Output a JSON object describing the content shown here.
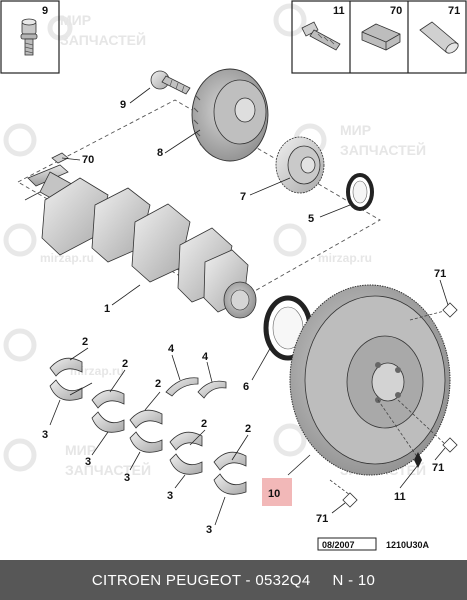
{
  "watermark": {
    "line1": "МИР",
    "line2": "ЗАПЧАСТЕЙ",
    "site": "mirzap.ru"
  },
  "inset_boxes": [
    {
      "number": "9"
    },
    {
      "number": "11"
    },
    {
      "number": "70"
    },
    {
      "number": "71"
    }
  ],
  "callouts": {
    "c1": "1",
    "c2a": "2",
    "c2b": "2",
    "c2c": "2",
    "c2d": "2",
    "c2e": "2",
    "c3a": "3",
    "c3b": "3",
    "c3c": "3",
    "c3d": "3",
    "c3e": "3",
    "c4a": "4",
    "c4b": "4",
    "c5": "5",
    "c6": "6",
    "c7": "7",
    "c8": "8",
    "c9": "9",
    "c10": "10",
    "c11": "11",
    "c70": "70",
    "c71a": "71",
    "c71b": "71",
    "c71c": "71"
  },
  "stamp": {
    "date": "08/2007",
    "code": "1210U30A"
  },
  "footer": {
    "make": "CITROEN PEUGEOT - 0532Q4",
    "ref": "N - 10"
  },
  "colors": {
    "part_fill": "#d9d9d9",
    "part_dark": "#9a9a9a",
    "highlight": "#f2b8b8",
    "footer_bg": "#575757"
  }
}
